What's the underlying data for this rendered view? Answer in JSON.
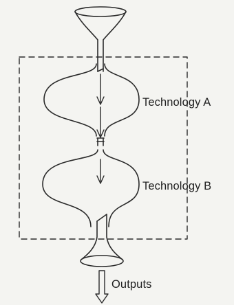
{
  "labels": {
    "technology_a": "Technology A",
    "technology_b": "Technology B",
    "outputs": "Outputs"
  }
}
